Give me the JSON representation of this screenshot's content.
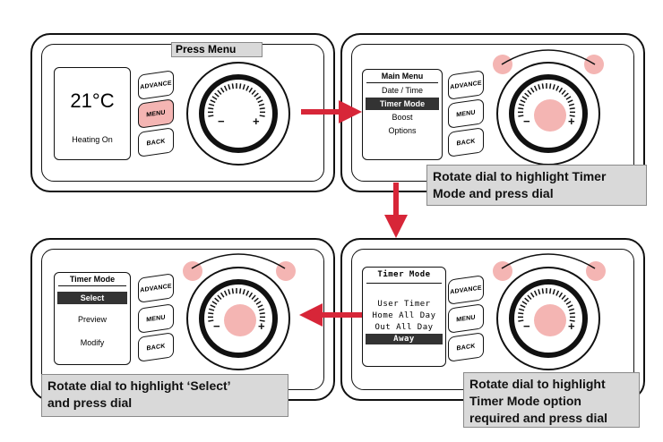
{
  "colors": {
    "highlight": "#f4b5b3",
    "arrow": "#d72638",
    "callout_bg": "#d9d9d9",
    "selection": "#333333"
  },
  "panel1": {
    "tag": "Press Menu",
    "temperature": "21°C",
    "status": "Heating On",
    "buttons": {
      "advance": "ADVANCE",
      "menu": "MENU",
      "back": "BACK"
    }
  },
  "panel2": {
    "menu_title": "Main Menu",
    "items": [
      "Date / Time",
      "Timer Mode",
      "Boost",
      "Options"
    ],
    "buttons": {
      "advance": "ADVANCE",
      "menu": "MENU",
      "back": "BACK"
    },
    "callout": [
      "Rotate dial to highlight Timer",
      "Mode and press dial"
    ]
  },
  "panel3": {
    "menu_title": "Timer Mode",
    "items": [
      "User Timer",
      "Home All Day",
      "Out All Day",
      "Away"
    ],
    "buttons": {
      "advance": "ADVANCE",
      "menu": "MENU",
      "back": "BACK"
    },
    "callout": [
      "Rotate dial to highlight",
      "Timer Mode option",
      "required and press dial"
    ]
  },
  "panel4": {
    "menu_title": "Timer Mode",
    "items": [
      "Select",
      "Preview",
      "Modify"
    ],
    "buttons": {
      "advance": "ADVANCE",
      "menu": "MENU",
      "back": "BACK"
    },
    "callout": [
      "Rotate dial to highlight ‘Select’",
      "and press dial"
    ]
  },
  "dial": {
    "minus": "−",
    "plus": "+"
  }
}
